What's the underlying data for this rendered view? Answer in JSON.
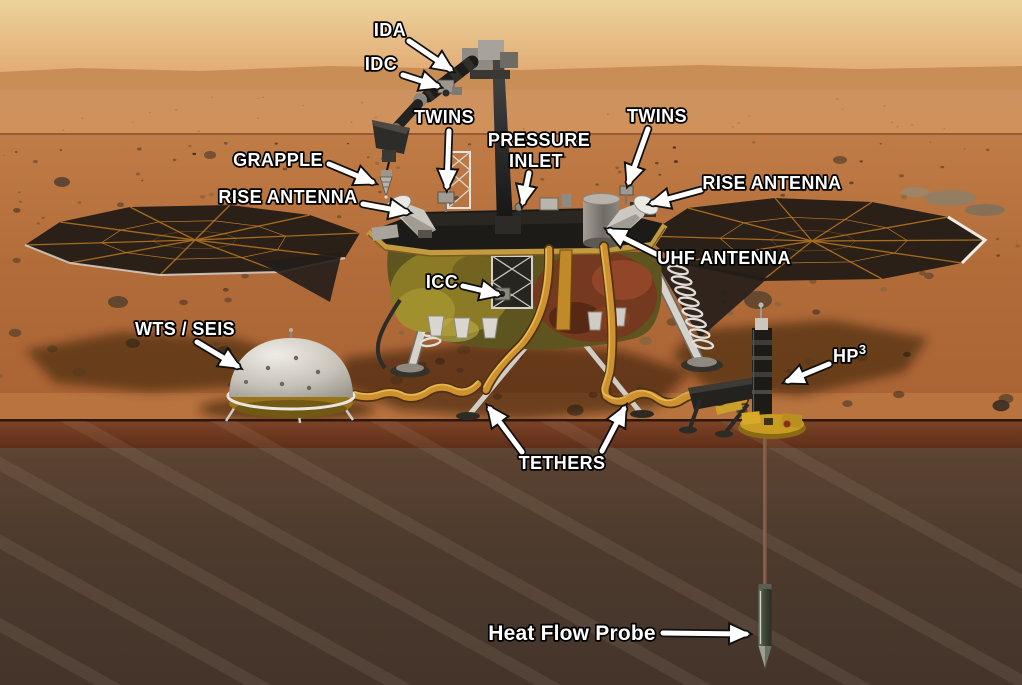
{
  "labels": {
    "ida": "IDA",
    "idc": "IDC",
    "twins_left": "TWINS",
    "pressure_line1": "PRESSURE",
    "pressure_line2": "INLET",
    "twins_right": "TWINS",
    "rise_left": "RISE ANTENNA",
    "rise_right": "RISE ANTENNA",
    "grapple": "GRAPPLE",
    "uhf": "UHF ANTENNA",
    "icc": "ICC",
    "wts_seis": "WTS / SEIS",
    "hp3": "HP",
    "hp3_sup": "3",
    "tethers": "TETHERS",
    "heat_flow_probe": "Heat Flow Probe"
  },
  "colors": {
    "label_text": "#ffffff",
    "label_outline": "#000000",
    "arrow_fill": "#ffffff",
    "arrow_outline": "#101010",
    "sky_top": "#ecd29b",
    "sky_bottom": "#e2ab74",
    "distant_plain": "#d09460",
    "midground_soil": "#b87242",
    "foreground_soil": "#ad6737",
    "surface_layer": "#70381f",
    "subsurface": "#4c3a2d",
    "tether_gold": "#cf9130",
    "solar_panel": "#2a2017",
    "dome_gray": "#c9c5bd",
    "foil_gold": "#8c7b26",
    "foil_copper": "#74391f",
    "probe_green": "#4a5243"
  }
}
